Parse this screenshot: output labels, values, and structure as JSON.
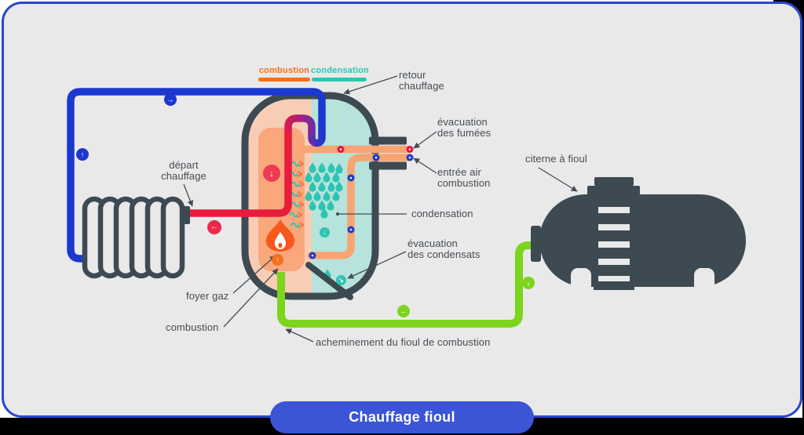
{
  "title_button": {
    "label": "Chauffage fioul"
  },
  "legend": {
    "combustion": "combustion",
    "condensation": "condensation"
  },
  "labels": {
    "retour": {
      "line1": "retour",
      "line2": "chauffage"
    },
    "depart": {
      "line1": "départ",
      "line2": "chauffage"
    },
    "evac_fumees": {
      "line1": "évacuation",
      "line2": "des fumées"
    },
    "entree_air": {
      "line1": "entrée air",
      "line2": "combustion"
    },
    "condensation": "condensation",
    "evac_condensats": {
      "line1": "évacuation",
      "line2": "des condensats"
    },
    "citerne": "citerne à fioul",
    "foyer_gaz": "foyer gaz",
    "combustion": "combustion",
    "acheminement": "acheminement du fioul de combustion"
  },
  "flow_icons": {
    "blue_right": "→",
    "blue_up": "↑",
    "red_left": "←",
    "red_down": "↓",
    "orange_up": "↑",
    "teal_down": "↓",
    "teal_diag": "↘",
    "green_left": "←",
    "green_down": "↓"
  },
  "colors": {
    "panel_bg": "#e9e9e9",
    "panel_border": "#2b46d0",
    "button_bg": "#3b55d6",
    "pipe_blue": "#1b38cf",
    "pipe_red": "#e91c3e",
    "pipe_purple": "#722ba4",
    "pipe_orange": "#f9a473",
    "pipe_green": "#7cd41d",
    "teal": "#2cc5b2",
    "accent_orange": "#f4711c",
    "dark_outline": "#3d4a52",
    "combustion_fill": "#f9a77b",
    "combustion_fill_light": "#f8cdb6",
    "condensation_fill": "#b6e3db",
    "label_color": "#454c55"
  }
}
